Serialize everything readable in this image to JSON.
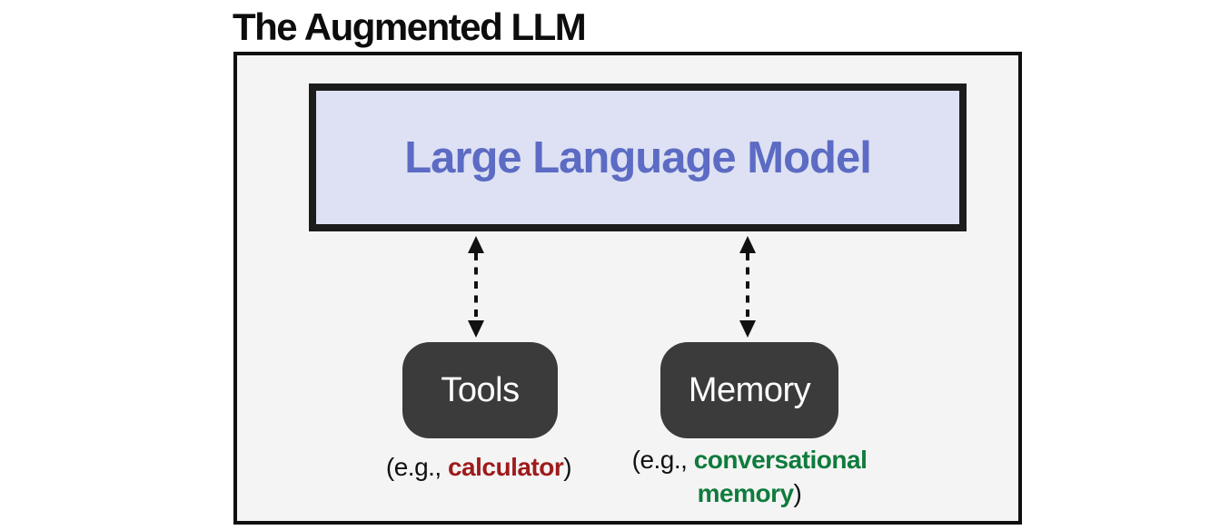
{
  "title": "The Augmented LLM",
  "llm": {
    "label": "Large Language Model"
  },
  "tools": {
    "label": "Tools",
    "caption": {
      "prefix": "(e.g., ",
      "highlight": "calculator",
      "suffix": ")"
    }
  },
  "memory": {
    "label": "Memory",
    "caption": {
      "prefix": "(e.g., ",
      "highlight": "conversational memory",
      "suffix": ")"
    }
  },
  "icons": {
    "tools_arrow": "bidirectional-dashed-arrow",
    "memory_arrow": "bidirectional-dashed-arrow"
  },
  "colors": {
    "page_background": "#ffffff",
    "frame_background": "#f4f4f4",
    "frame_border": "#0f0f0f",
    "llm_fill": "#dde1f3",
    "llm_border": "#1c1c1c",
    "llm_text": "#5c6bc3",
    "node_fill": "#3b3b3b",
    "node_text": "#ffffff",
    "arrow": "#111111",
    "caption_text": "#111111",
    "tools_highlight": "#9e1b1b",
    "memory_highlight": "#0f7b3d"
  }
}
